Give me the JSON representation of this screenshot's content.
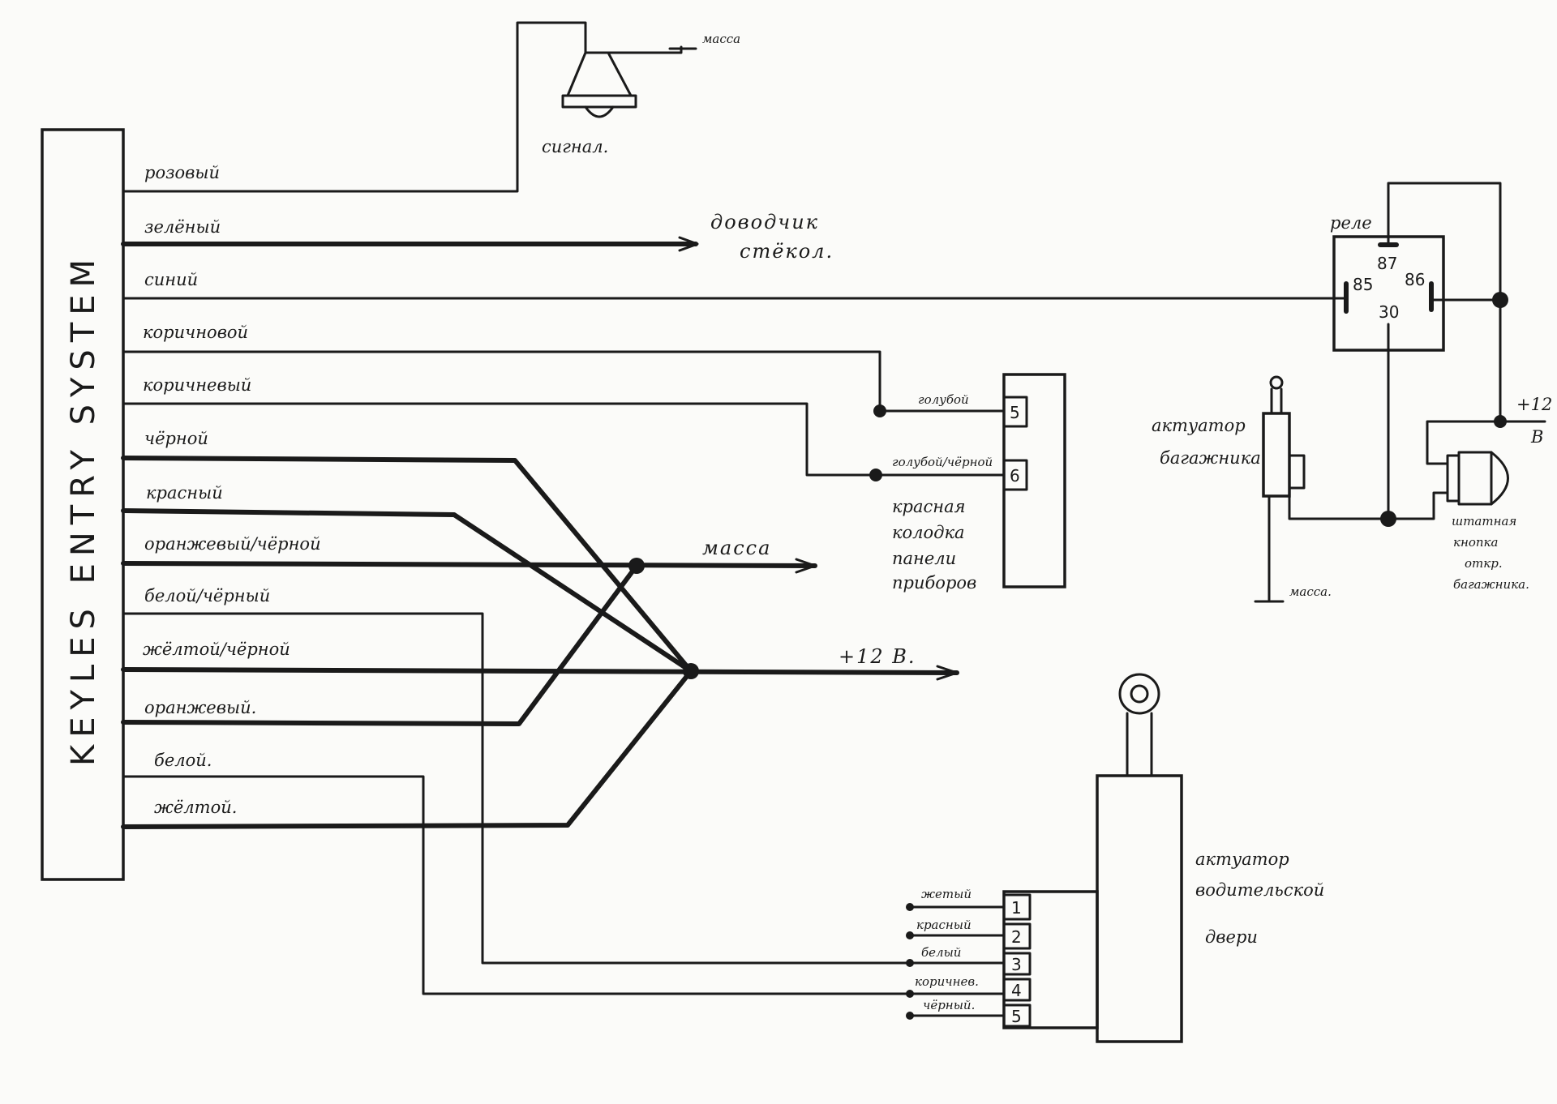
{
  "unit": {
    "title": "KEYLES ENTRY SYSTEM"
  },
  "wires": [
    {
      "label": "розовый"
    },
    {
      "label": "зелёный"
    },
    {
      "label": "синий"
    },
    {
      "label": "коричновой"
    },
    {
      "label": "коричневый"
    },
    {
      "label": "чёрной"
    },
    {
      "label": "красный"
    },
    {
      "label": "оранжевый/чёрной"
    },
    {
      "label": "белой/чёрный"
    },
    {
      "label": "жёлтой/чёрной"
    },
    {
      "label": "оранжевый."
    },
    {
      "label": "белой."
    },
    {
      "label": "жёлтой."
    }
  ],
  "siren": {
    "label": "сигнал.",
    "ground": "масса"
  },
  "window_closer": {
    "line1": "доводчик",
    "line2": "стёкол."
  },
  "ground_label": "масса",
  "plus12_label": "+12 В.",
  "connector": {
    "pins": [
      "5",
      "6"
    ],
    "pin5_wire": "голубой",
    "pin6_wire": "голубой/чёрной",
    "caption": [
      "красная",
      "колодка",
      "панели",
      "приборов"
    ]
  },
  "relay": {
    "label": "реле",
    "pins": [
      "87",
      "85",
      "86",
      "30"
    ]
  },
  "trunk_actuator": {
    "line1": "актуатор",
    "line2": "багажника",
    "ground": "масса."
  },
  "plus12_right": {
    "line1": "+12",
    "line2": "В"
  },
  "trunk_button": {
    "caption": [
      "штатная",
      "кнопка",
      "откр.",
      "багажника."
    ]
  },
  "door_actuator": {
    "caption": [
      "актуатор",
      "водительской",
      "двери"
    ],
    "pins": [
      {
        "num": "1",
        "wire": "жетый"
      },
      {
        "num": "2",
        "wire": "красный"
      },
      {
        "num": "3",
        "wire": "белый"
      },
      {
        "num": "4",
        "wire": "коричнев."
      },
      {
        "num": "5",
        "wire": "чёрный."
      }
    ]
  }
}
